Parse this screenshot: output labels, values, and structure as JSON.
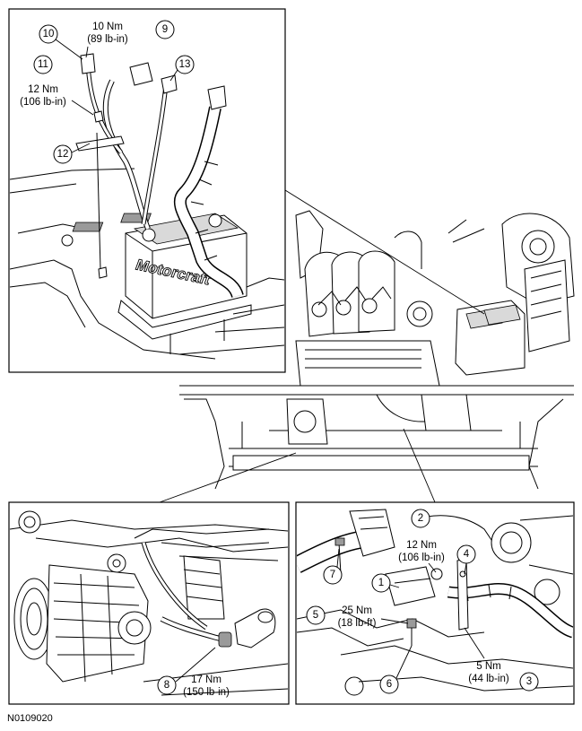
{
  "figure_id": "N0109020",
  "callouts": {
    "c1": "1",
    "c2": "2",
    "c3": "3",
    "c4": "4",
    "c5": "5",
    "c6": "6",
    "c7": "7",
    "c8": "8",
    "c9": "9",
    "c10": "10",
    "c11": "11",
    "c12": "12",
    "c13": "13"
  },
  "torques": {
    "t9_nm": "10 Nm",
    "t9_lbin": "(89 lb-in)",
    "t11_nm": "12 Nm",
    "t11_lbin": "(106 lb-in)",
    "t2_nm": "12 Nm",
    "t2_lbin": "(106 lb-in)",
    "t5_nm": "25 Nm",
    "t5_lbft": "(18 lb-ft)",
    "t3_nm": "5 Nm",
    "t3_lbin": "(44 lb-in)",
    "t8_nm": "17 Nm",
    "t8_lbin": "(150 lb-in)"
  },
  "battery_brand": "Motorcraft"
}
